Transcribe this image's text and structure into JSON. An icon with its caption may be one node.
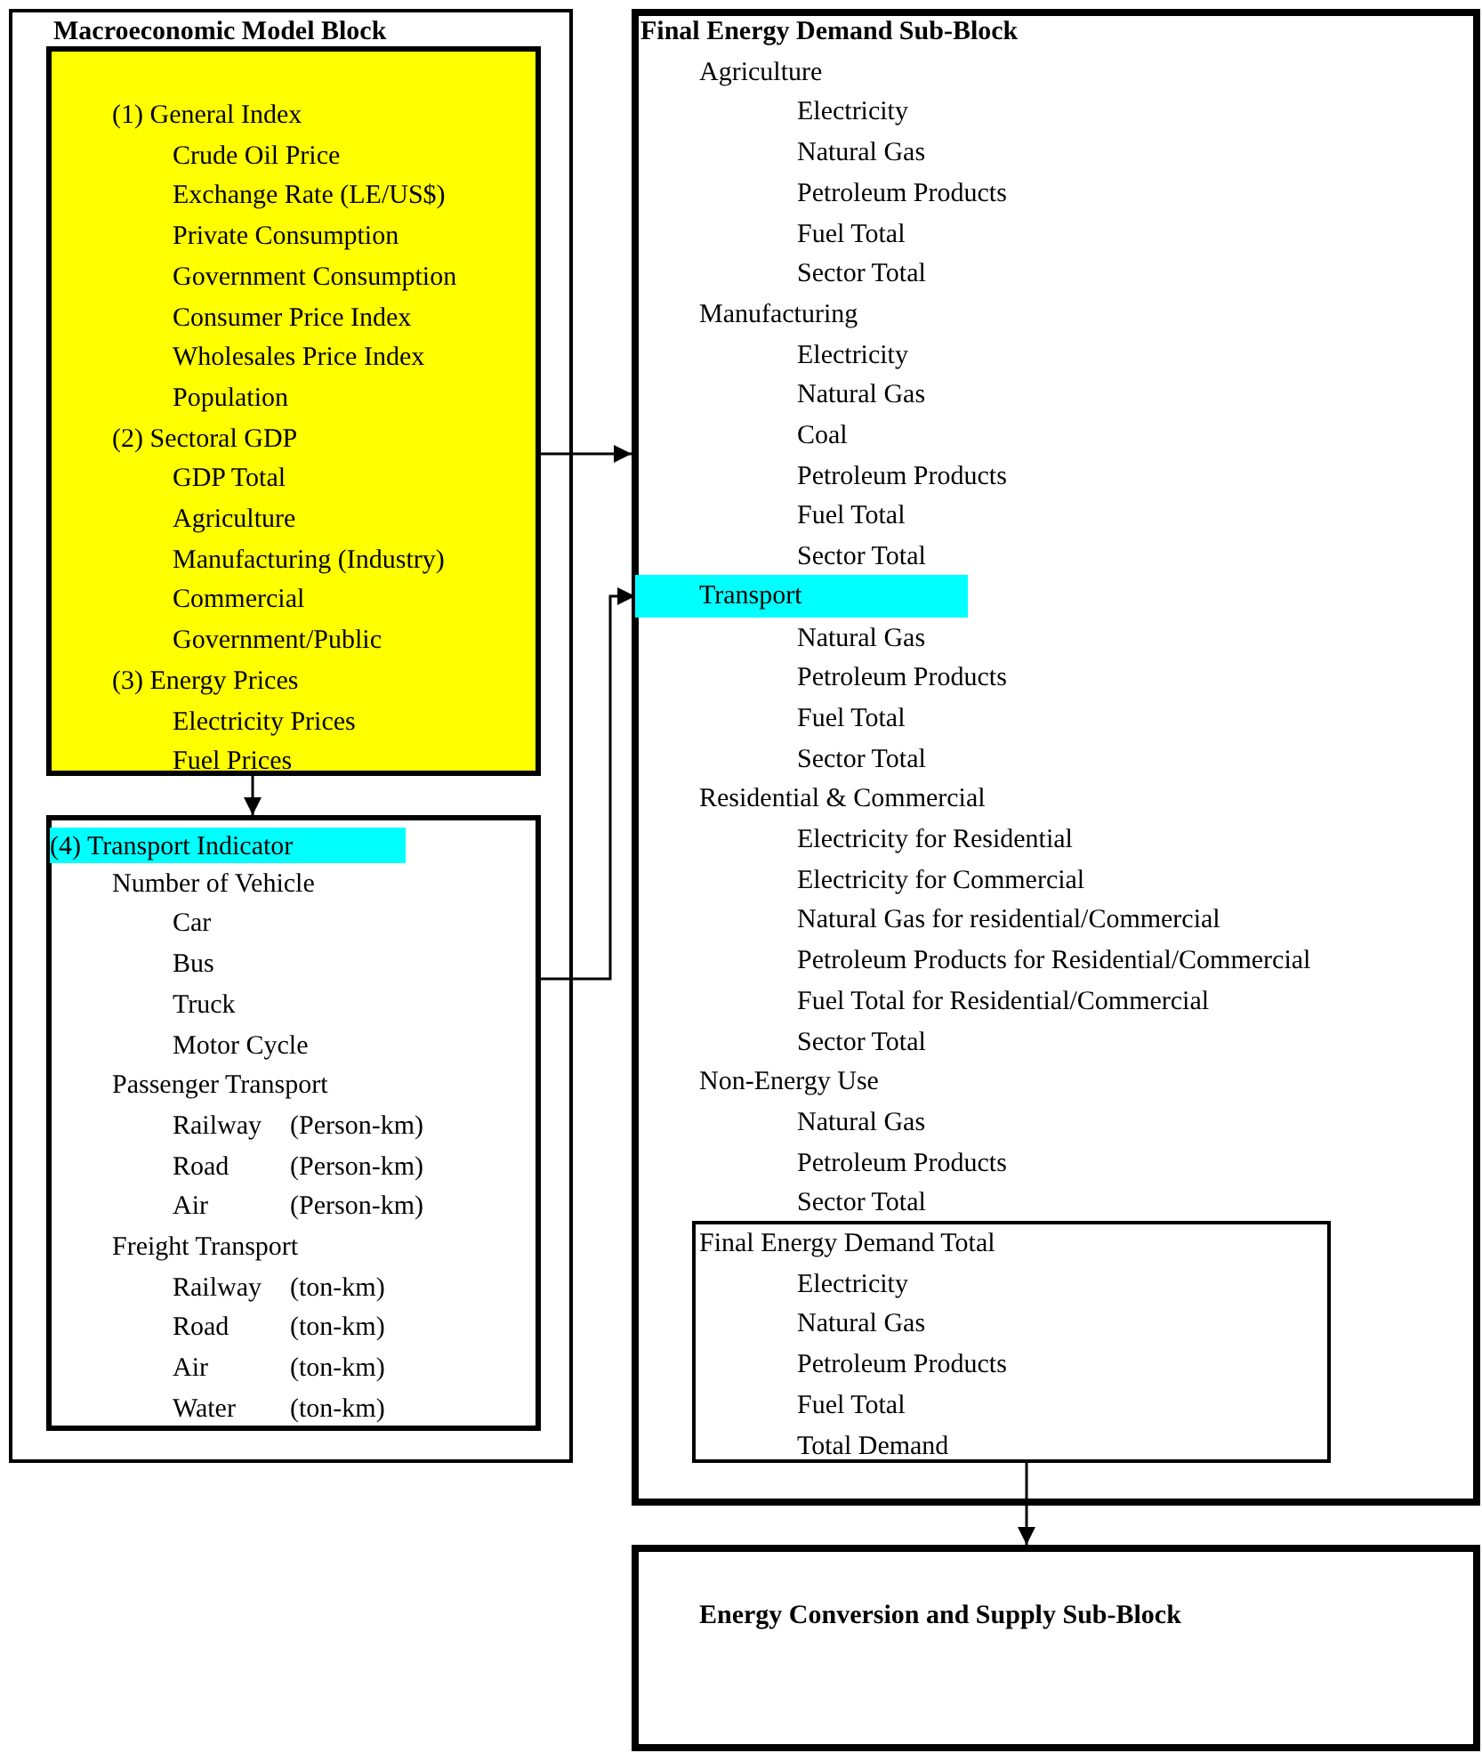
{
  "diagram": {
    "nodes": [
      {
        "text": [
          "Macroeconomic Model Block"
        ]
      },
      {
        "text": [
          "(1) General Index",
          "Crude Oil Price",
          "Exchange Rate (LE/US$)",
          "Private Consumption",
          "Government Consumption",
          "Consumer Price Index",
          "Wholesales Price Index",
          "Population",
          "(2) Sectoral GDP",
          "GDP Total",
          "Agriculture",
          "Manufacturing (Industry)",
          "Commercial",
          "Government/Public",
          "(3) Energy Prices",
          "Electricity Prices",
          "Fuel Prices"
        ],
        "in": 0
      },
      {
        "text": [
          "(4) Transport Indicator",
          "Number of Vehicle",
          "Car",
          "Bus",
          "Truck",
          "Motor Cycle",
          "Passenger Transport",
          "Railway",
          "(Person-km)",
          "Road",
          "(Person-km)",
          "Air",
          "(Person-km)",
          "Freight Transport",
          "Railway",
          "(ton-km)",
          "Road",
          "(ton-km)",
          "Air",
          "(ton-km)",
          "Water",
          "(ton-km)"
        ],
        "in": 0
      },
      {
        "text": [
          "Final Energy Demand Sub-Block",
          "Agriculture",
          "Electricity",
          "Natural Gas",
          "Petroleum Products",
          "Fuel Total",
          "Sector Total",
          "Manufacturing",
          "Electricity",
          "Natural Gas",
          "Coal",
          "Petroleum Products",
          "Fuel Total",
          "Sector Total",
          "Natural Gas",
          "Petroleum Products",
          "Fuel Total",
          "Sector Total",
          "Residential & Commercial",
          "Electricity for Residential",
          "Electricity for Commercial",
          "Natural Gas for residential/Commercial",
          "Petroleum Products for Residential/Commercial",
          "Fuel Total for Residential/Commercial",
          "Sector Total",
          "Non-Energy Use",
          "Natural Gas",
          "Petroleum Products",
          "Sector Total"
        ]
      },
      {
        "text": [
          "Transport"
        ],
        "in": 3
      },
      {
        "text": [
          "Final Energy Demand Total",
          "Electricity",
          "Natural Gas",
          "Petroleum Products",
          "Fuel Total",
          "Total Demand"
        ],
        "in": 3
      },
      {
        "text": [
          "Energy Conversion and Supply Sub-Block"
        ]
      }
    ],
    "edges": [
      {
        "from": 1,
        "to": 3,
        "arrow": "to"
      },
      {
        "from": 1,
        "to": 2,
        "arrow": "to"
      },
      {
        "from": 2,
        "to": 4,
        "arrow": "to"
      },
      {
        "from": 5,
        "to": 6,
        "arrow": "to"
      }
    ]
  }
}
